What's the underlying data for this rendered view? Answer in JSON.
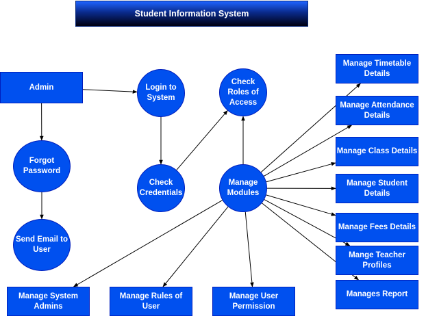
{
  "title": "Student Information System",
  "colors": {
    "node_fill": "#0050ef",
    "node_border": "#001dbc",
    "edge": "#000000",
    "text": "#ffffff"
  },
  "nodes": {
    "admin": "Admin",
    "login": "Login to\nSystem",
    "check_roles": "Check\nRoles of\nAccess",
    "forgot_password": "Forgot\nPassword",
    "check_credentials": "Check\nCredentials",
    "manage_modules": "Manage\nModules",
    "send_email": "Send Email to\nUser",
    "manage_timetable": "Manage Timetable\nDetails",
    "manage_attendance": "Manage Attendance\nDetails",
    "manage_class": "Manage Class Details",
    "manage_student": "Manage Student\nDetails",
    "manage_fees": "Manage Fees Details",
    "manage_teacher": "Mange Teacher\nProfiles",
    "manages_report": "Manages Report",
    "manage_system_admins": "Manage System\nAdmins",
    "manage_rules": "Manage Rules of\nUser",
    "manage_user_permission": "Manage User\nPermission"
  },
  "edges": [
    [
      "admin",
      "login"
    ],
    [
      "admin",
      "forgot_password"
    ],
    [
      "forgot_password",
      "send_email"
    ],
    [
      "login",
      "check_credentials"
    ],
    [
      "check_credentials",
      "check_roles"
    ],
    [
      "manage_modules",
      "check_roles"
    ],
    [
      "manage_modules",
      "manage_timetable"
    ],
    [
      "manage_modules",
      "manage_attendance"
    ],
    [
      "manage_modules",
      "manage_class"
    ],
    [
      "manage_modules",
      "manage_student"
    ],
    [
      "manage_modules",
      "manage_fees"
    ],
    [
      "manage_modules",
      "manage_teacher"
    ],
    [
      "manage_modules",
      "manages_report"
    ],
    [
      "manage_modules",
      "manage_system_admins"
    ],
    [
      "manage_modules",
      "manage_rules"
    ],
    [
      "manage_modules",
      "manage_user_permission"
    ]
  ]
}
